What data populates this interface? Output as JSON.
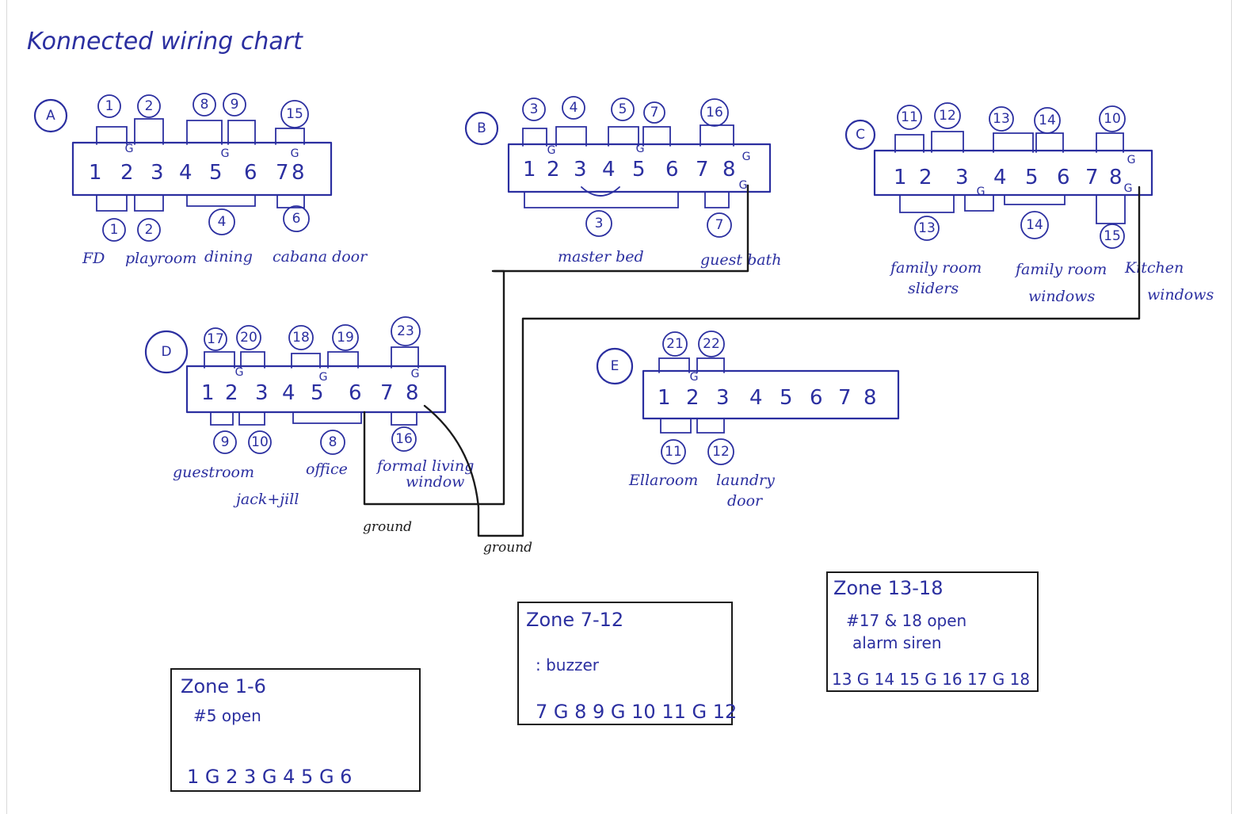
{
  "title": "Konnected wiring chart",
  "boards": [
    {
      "letter": "A",
      "terminals": [
        "1",
        "2",
        "3",
        "4",
        "5",
        "6",
        "7",
        "8"
      ],
      "top_zones": [
        "1",
        "2",
        "8",
        "9",
        "15"
      ],
      "bottom_zones": [
        "1",
        "2",
        "4",
        "6"
      ],
      "labels": [
        "FD",
        "playroom",
        "dining",
        "cabana door"
      ]
    },
    {
      "letter": "B",
      "terminals": [
        "1",
        "2",
        "3",
        "4",
        "5",
        "6",
        "7",
        "8"
      ],
      "top_zones": [
        "3",
        "4",
        "5",
        "7",
        "16"
      ],
      "bottom_zones": [
        "3",
        "7"
      ],
      "labels": [
        "master bed",
        "guest bath"
      ]
    },
    {
      "letter": "C",
      "terminals": [
        "1",
        "2",
        "3",
        "4",
        "5",
        "6",
        "7",
        "8"
      ],
      "top_zones": [
        "11",
        "12",
        "13",
        "14",
        "10"
      ],
      "bottom_zones": [
        "13",
        "14",
        "15"
      ],
      "labels": [
        "family room",
        "sliders",
        "family room",
        "windows",
        "Kitchen",
        "windows"
      ]
    },
    {
      "letter": "D",
      "terminals": [
        "1",
        "2",
        "3",
        "4",
        "5",
        "6",
        "7",
        "8"
      ],
      "top_zones": [
        "17",
        "20",
        "18",
        "19",
        "23"
      ],
      "bottom_zones": [
        "9",
        "10",
        "8",
        "16"
      ],
      "labels": [
        "guestroom",
        "jack+jill",
        "office",
        "formal living",
        "window"
      ]
    },
    {
      "letter": "E",
      "terminals": [
        "1",
        "2",
        "3",
        "4",
        "5",
        "6",
        "7",
        "8"
      ],
      "top_zones": [
        "21",
        "22"
      ],
      "bottom_zones": [
        "11",
        "12"
      ],
      "labels": [
        "Ellaroom",
        "laundry",
        "door"
      ]
    }
  ],
  "ground_marker": "G",
  "ground_labels": [
    "ground",
    "ground"
  ],
  "zone_boxes": [
    {
      "title": "Zone 1-6",
      "note": "#5 open",
      "sequence": "1 G 2 3 G 4 5 G 6"
    },
    {
      "title": "Zone 7-12",
      "note": ": buzzer",
      "sequence": "7 G 8 9 G 10 11 G 12"
    },
    {
      "title": "Zone 13-18",
      "note": "#17 & 18 open",
      "note2": "alarm siren",
      "sequence": "13 G 14 15 G 16 17 G 18"
    }
  ],
  "colors": {
    "ink": "#2b2fa0",
    "wire": "#1a1a1a",
    "frame": "#d9d9d9"
  }
}
